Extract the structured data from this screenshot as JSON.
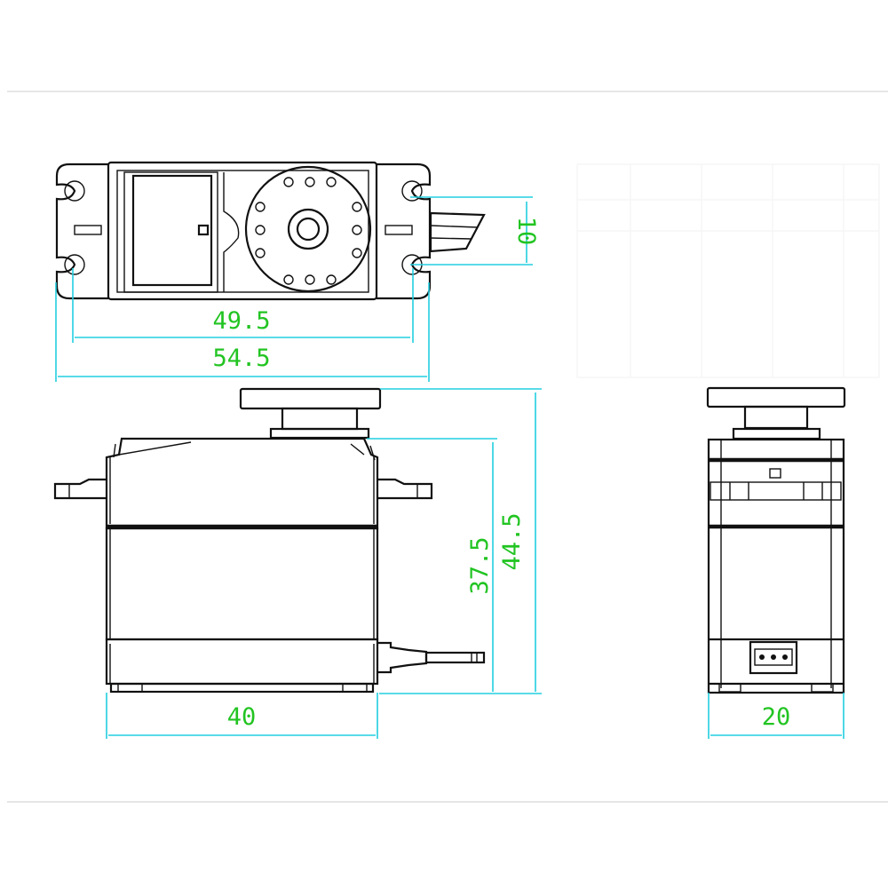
{
  "title": "Servo dimension drawing",
  "colors": {
    "outline": "#111111",
    "dimension_line": "#22cfe0",
    "dimension_text": "#22c422"
  },
  "dimensions": {
    "top_hole_spacing": "49.5",
    "top_overall_length": "54.5",
    "wire_offset": "10",
    "side_body_width": "40",
    "side_body_height": "37.5",
    "side_total_height": "44.5",
    "front_width": "20"
  }
}
